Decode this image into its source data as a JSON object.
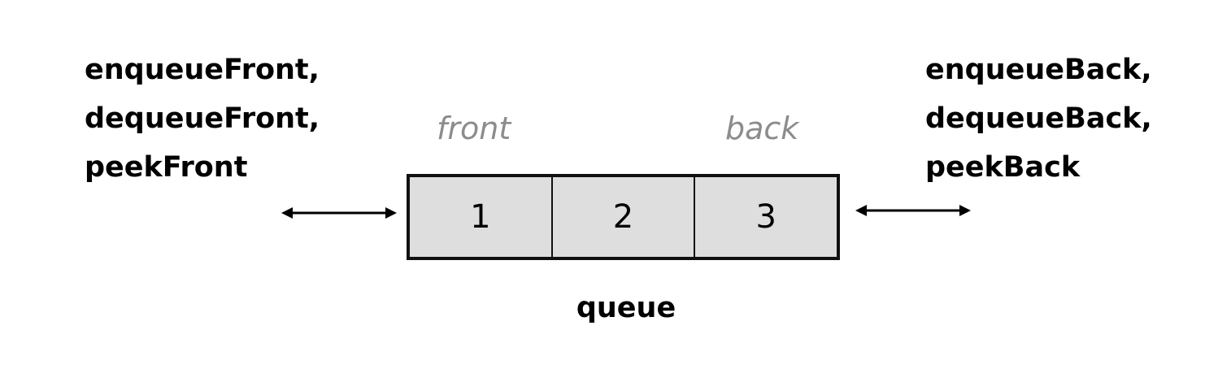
{
  "left_operations": [
    "enqueueFront,",
    "dequeueFront,",
    "peekFront"
  ],
  "right_operations": [
    "enqueueBack,",
    "dequeueBack,",
    "peekBack"
  ],
  "front_label": "front",
  "back_label": "back",
  "queue_items": [
    "1",
    "2",
    "3"
  ],
  "queue_caption": "queue"
}
